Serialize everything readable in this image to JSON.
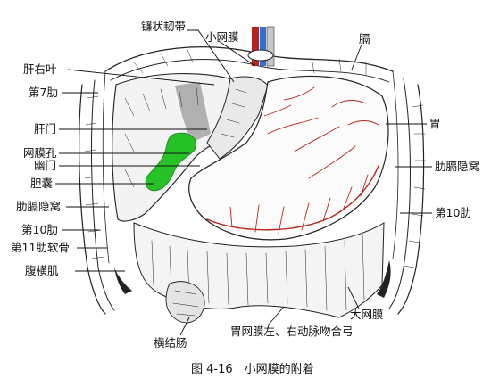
{
  "figure": {
    "caption": "图 4-16　小网膜的附着",
    "labels": {
      "falciform_ligament": "镰状韧带",
      "lesser_omentum": "小网膜",
      "diaphragm": "膈",
      "right_lobe_liver": "肝右叶",
      "rib7": "第7肋",
      "porta_hepatis": "肝门",
      "stomach": "胃",
      "epiploic_foramen": "网膜孔",
      "pylorus": "幽门",
      "phrenicocolic_recess_right": "肋膈隐窝",
      "gallbladder": "胆囊",
      "phrenicocolic_recess_left": "肋膈隐窝",
      "rib10_right": "第10肋",
      "rib10_left": "第10肋",
      "rib11_cartilage": "第11肋软骨",
      "transversus_abdominis": "腹横肌",
      "greater_omentum": "大网膜",
      "transverse_colon": "横结肠",
      "gastroepiploic_arteries": "胃网膜左、右动脉吻合弓"
    }
  }
}
